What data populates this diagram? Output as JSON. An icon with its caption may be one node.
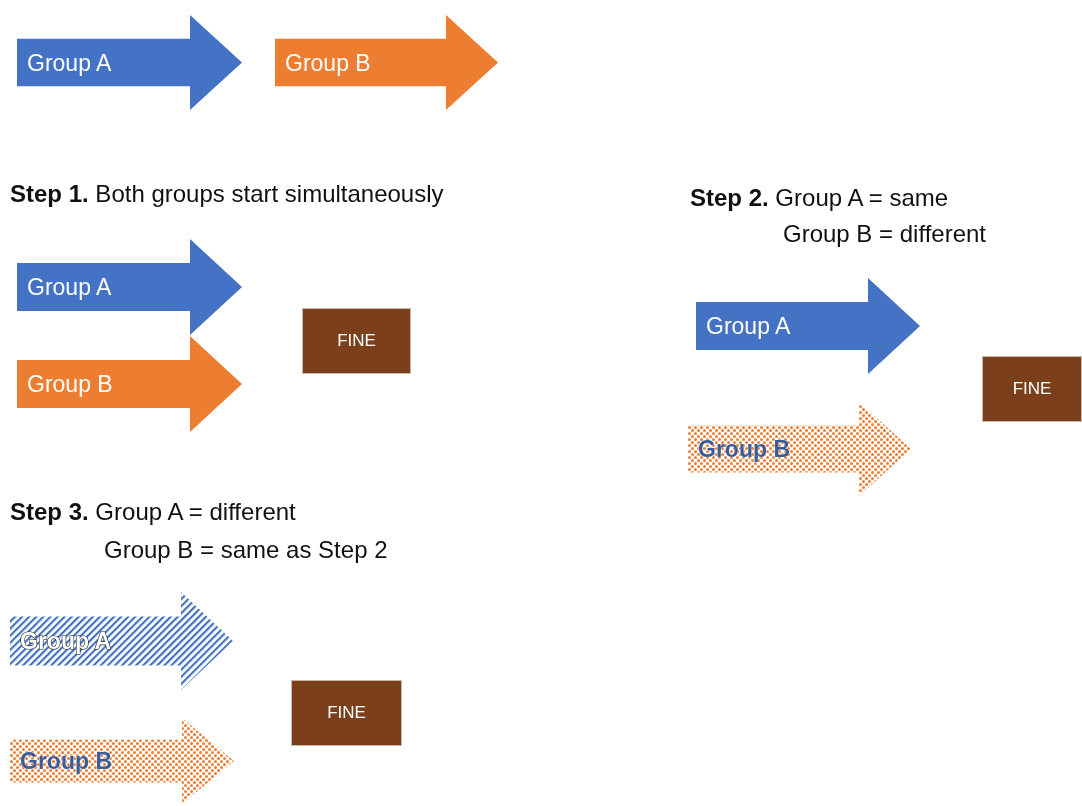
{
  "diagram": {
    "nodes": [
      {
        "text": [
          "Group A"
        ]
      },
      {
        "text": [
          "Group B"
        ]
      },
      {
        "text": [
          "Group A"
        ]
      },
      {
        "text": [
          "Group B"
        ]
      },
      {
        "text": [
          "FINE"
        ]
      },
      {
        "text": [
          "Group A"
        ]
      },
      {
        "text": [
          "FINE"
        ]
      },
      {
        "text": [
          "Group B"
        ]
      },
      {
        "text": [
          "Group A"
        ]
      },
      {
        "text": [
          "FINE"
        ]
      },
      {
        "text": [
          "Group B"
        ]
      }
    ],
    "labels": [
      "**Step 1.** Both groups start simultaneously",
      "**Step 2.** Group A = same",
      "Group B = different",
      "**Step 3.** Group A = different",
      "Group B = same as Step 2"
    ]
  }
}
